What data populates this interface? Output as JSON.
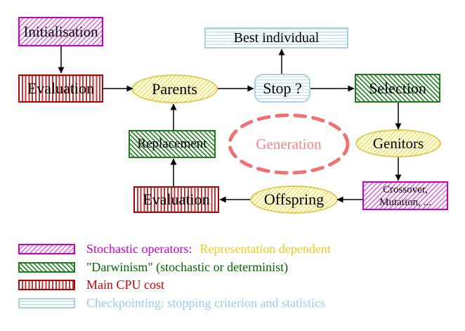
{
  "nodes": {
    "initialisation": "Initialisation",
    "evaluation_top": "Evaluation",
    "parents": "Parents",
    "best_individual": "Best individual",
    "stop": "Stop ?",
    "selection": "Selection",
    "replacement": "Replacement",
    "generation": "Generation",
    "genitors": "Genitors",
    "crossover_line1": "Crossover,",
    "crossover_line2": "Mutation, ...",
    "offspring": "Offspring",
    "evaluation_bottom": "Evaluation"
  },
  "legend": {
    "rows": [
      {
        "swatch": "magenta-diagonal-hatch",
        "label": "Stochastic operators:",
        "label2": "Representation dependent"
      },
      {
        "swatch": "green-diagonal-hatch",
        "label": "\"Darwinism\" (stochastic or determinist)"
      },
      {
        "swatch": "red-vertical-stripes",
        "label": "Main CPU cost"
      },
      {
        "swatch": "cyan-horizontal-stripes",
        "label": "Checkpointing: stopping criterion and statistics"
      }
    ]
  },
  "colors": {
    "magenta_border": "#c400c4",
    "magenta_text": "#cc00cc",
    "green_border": "#1d7a1d",
    "green_text": "#006600",
    "red_border": "#b40000",
    "red_text": "#cc0000",
    "cyan_border": "#a9d1e0",
    "cyan_text": "#9acbe8",
    "yellow_border": "#dccb52",
    "gold_text": "#eecb22",
    "generation_dash": "#ee7272",
    "generation_text": "#ee8888",
    "arrow": "#000000",
    "background": "#ffffff"
  }
}
